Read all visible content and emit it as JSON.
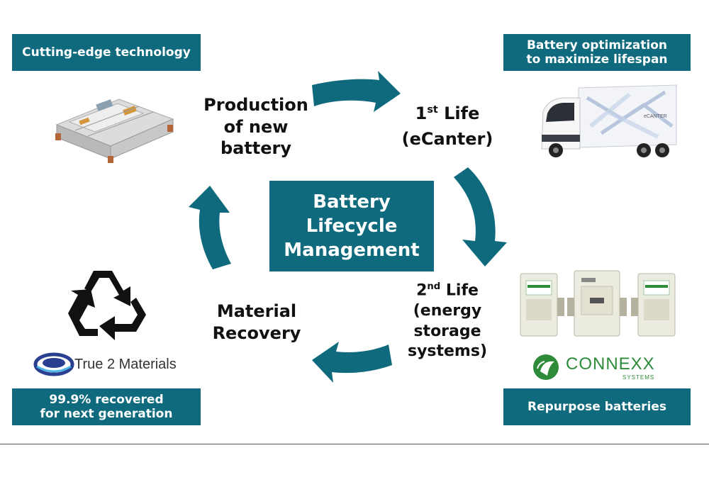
{
  "center": {
    "line1": "Battery",
    "line2": "Lifecycle",
    "line3": "Management"
  },
  "corners": {
    "top_left": "Cutting-edge technology",
    "top_right_1": "Battery optimization",
    "top_right_2": "to maximize lifespan",
    "bottom_left_1": "99.9% recovered",
    "bottom_left_2": "for next generation",
    "bottom_right": "Repurpose batteries"
  },
  "stages": {
    "production": {
      "line1": "Production",
      "line2": "of new",
      "line3": "battery"
    },
    "first_life": {
      "num": "1",
      "sup": "st",
      "word": " Life",
      "line2": "(eCanter)"
    },
    "second_life": {
      "num": "2",
      "sup": "nd",
      "word": " Life",
      "line2": "(energy",
      "line3": "storage",
      "line4": "systems)"
    },
    "recovery": {
      "line1": "Material",
      "line2": "Recovery"
    }
  },
  "logos": {
    "true2": "True 2 Materials",
    "connexx": "CONNEXX",
    "connexx_sub": "SYSTEMS",
    "truck_brand": "eCANTER"
  },
  "colors": {
    "teal": "#0f6a7d",
    "connexx_green": "#2e8b3a",
    "true2_blue": "#2a3f8f"
  }
}
